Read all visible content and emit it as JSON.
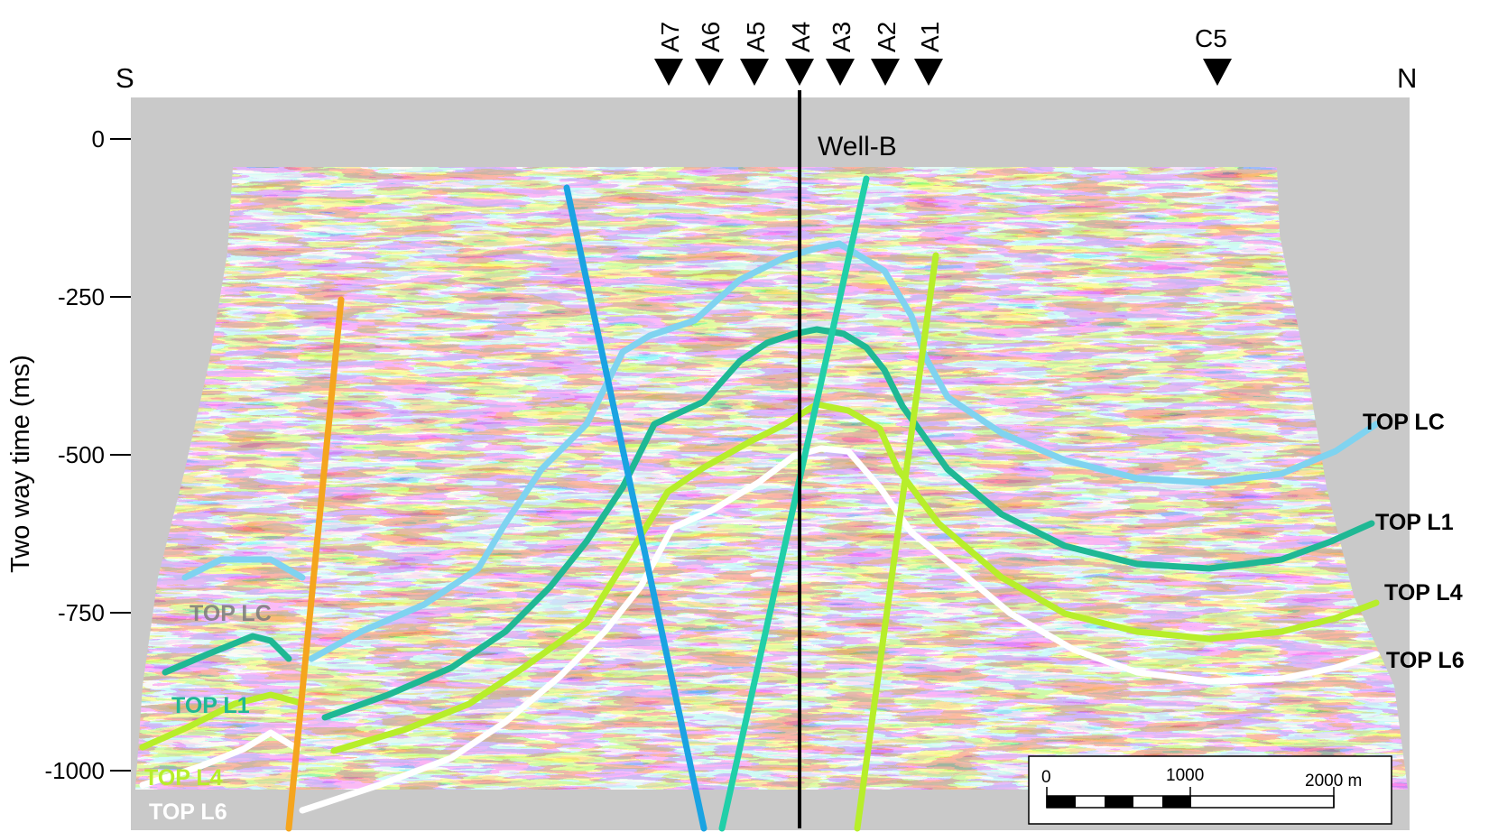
{
  "compass": {
    "south": "S",
    "north": "N"
  },
  "axis": {
    "title": "Two way time (ms)",
    "ticks": [
      "0",
      "-250",
      "-500",
      "-750",
      "-1000"
    ]
  },
  "wells": [
    {
      "name": "A7"
    },
    {
      "name": "A6"
    },
    {
      "name": "A5"
    },
    {
      "name": "A4"
    },
    {
      "name": "A3"
    },
    {
      "name": "A2"
    },
    {
      "name": "A1"
    },
    {
      "name": "C5"
    }
  ],
  "well_b": {
    "label": "Well-B"
  },
  "horizons_right": [
    {
      "label": "TOP LC",
      "color": "#7fd3f0"
    },
    {
      "label": "TOP L1",
      "color": "#1fb894"
    },
    {
      "label": "TOP L4",
      "color": "#b7ee2a"
    },
    {
      "label": "TOP L6",
      "color": "#ffffff"
    }
  ],
  "horizons_left": [
    {
      "label": "TOP LC",
      "color": "#7a7a7a"
    },
    {
      "label": "TOP L1",
      "color": "#1fb894"
    },
    {
      "label": "TOP L4",
      "color": "#b7ee2a"
    },
    {
      "label": "TOP L6",
      "color": "#ffffff"
    }
  ],
  "scale_bar": {
    "labels": [
      "0",
      "1000",
      "2000 m"
    ]
  }
}
